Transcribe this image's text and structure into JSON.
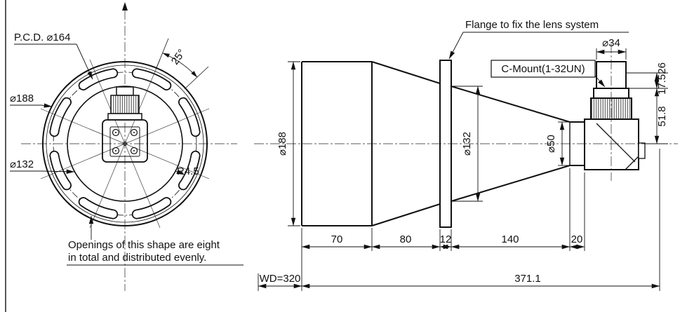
{
  "front": {
    "pcd_label": "P.C.D. ⌀164",
    "dia_outer": "⌀188",
    "dia_inner": "⌀132",
    "angle": "25°",
    "radius": "R4.5",
    "note1": "Openings of this shape are eight",
    "note2": "in total and distributed evenly."
  },
  "side": {
    "flange_note": "Flange to fix the lens system",
    "cmount_label": "C-Mount(1-32UN)",
    "dia34": "⌀34",
    "ffd": "17.526",
    "h518": "51.8",
    "dia188": "⌀188",
    "dia132": "⌀132",
    "dia50": "⌀50",
    "d70": "70",
    "d80": "80",
    "d12": "12",
    "d140": "140",
    "d20": "20",
    "wd": "WD=320",
    "total": "371.1"
  },
  "colors": {
    "line": "#111111",
    "background": "#ffffff"
  }
}
